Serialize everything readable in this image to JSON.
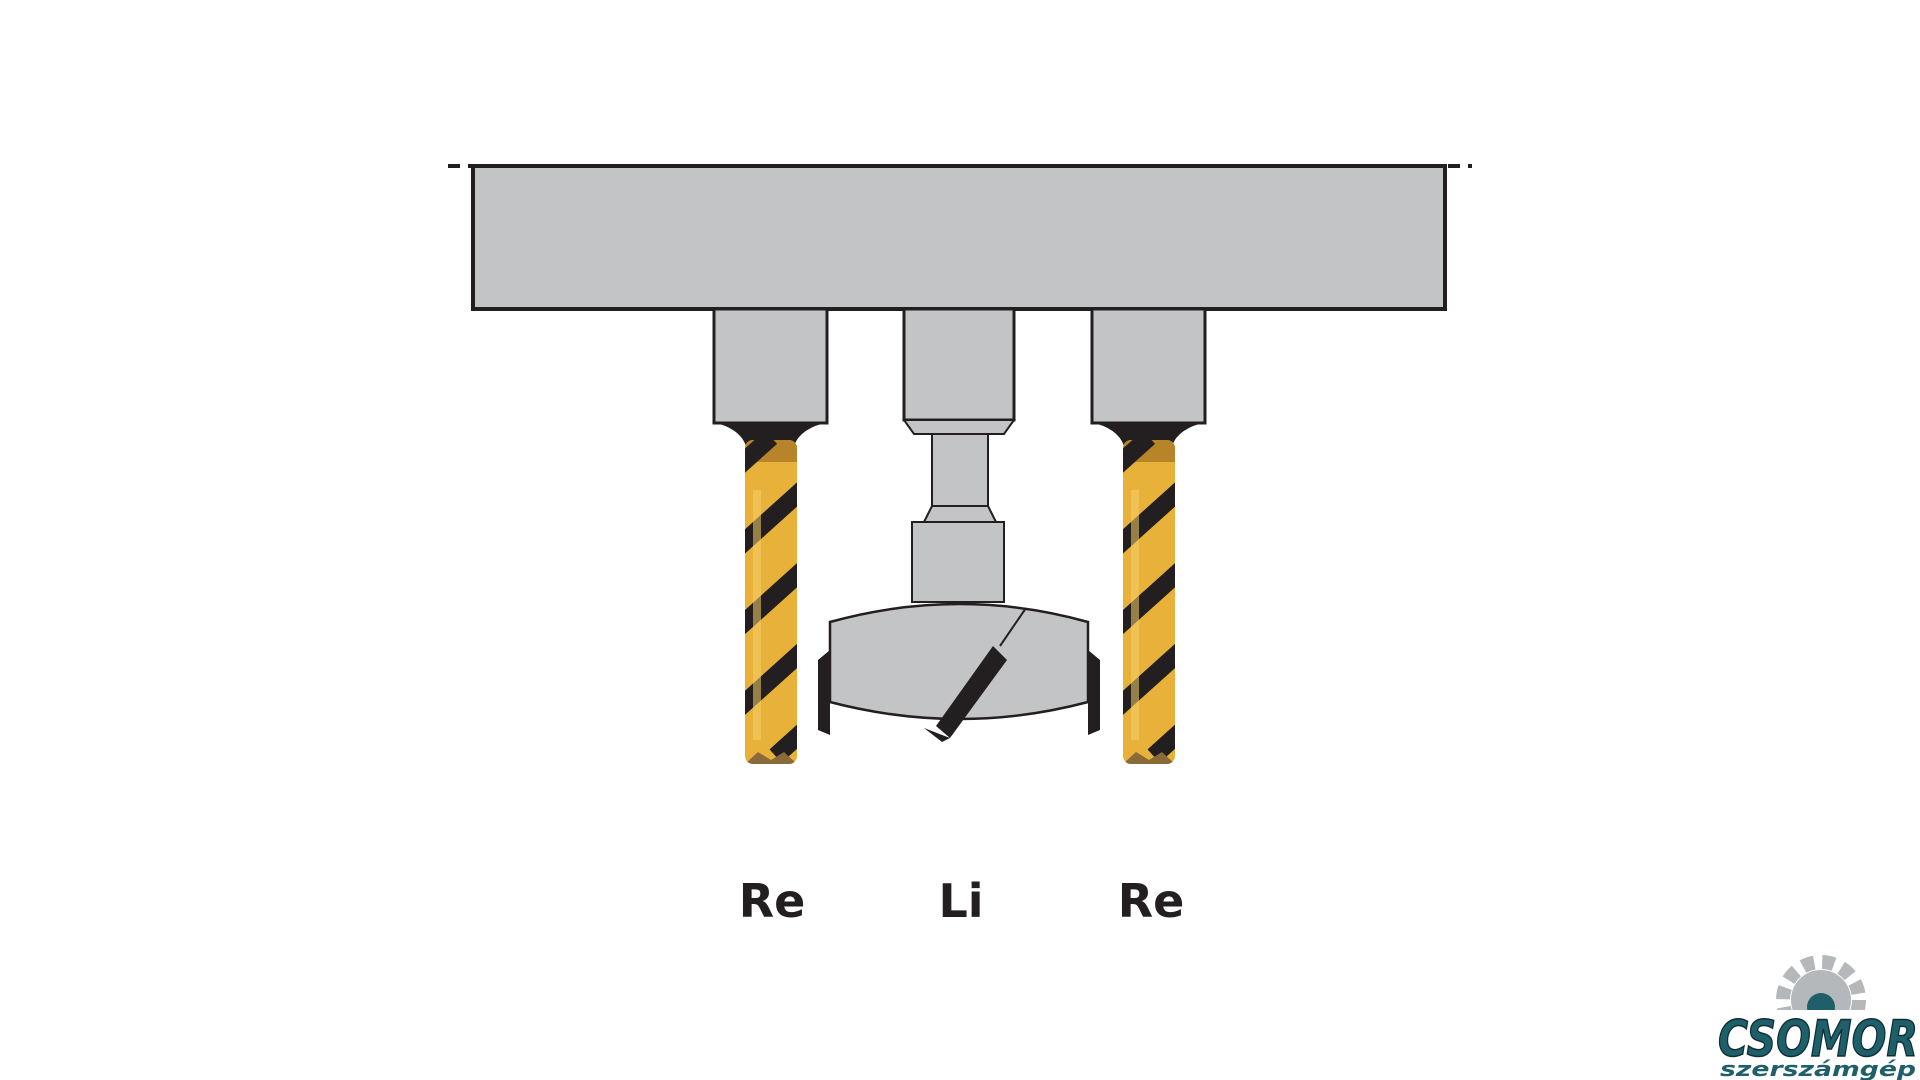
{
  "labels": {
    "left_drill": "Re",
    "center_bit": "Li",
    "right_drill": "Re"
  },
  "logo": {
    "name": "CSOMOR",
    "tagline": "szerszámgép"
  },
  "colors": {
    "housing": "#c3c4c6",
    "outline": "#231f20",
    "drill_gold": "#e8b13a",
    "drill_gold_dark": "#b7842a",
    "logo_teal": "#1e5f6a",
    "logo_gear": "#b5b8bb"
  }
}
